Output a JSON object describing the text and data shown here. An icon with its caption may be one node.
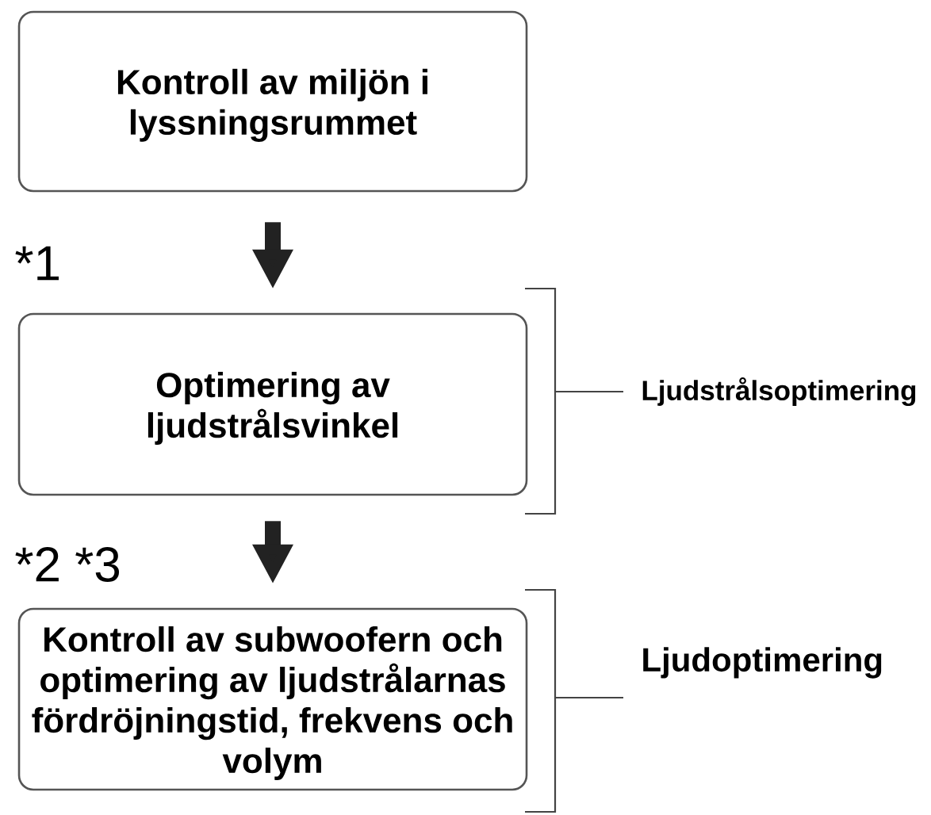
{
  "diagram": {
    "nodes": [
      {
        "text": [
          "Kontroll av miljön i lyssningsrummet"
        ]
      },
      {
        "text": [
          "Optimering av ljudstrålsvinkel"
        ]
      },
      {
        "text": [
          "Kontroll av subwoofern och optimering av ljudstrålarnas fördröjningstid, frekvens och volym"
        ]
      }
    ],
    "edges": [
      {
        "from": 0,
        "to": 1,
        "arrow": "to"
      },
      {
        "from": 1,
        "to": 2,
        "arrow": "to"
      }
    ],
    "labels": [
      "*1",
      "Ljudstrålsoptimering",
      "*2 *3",
      "Ljudoptimering"
    ]
  }
}
